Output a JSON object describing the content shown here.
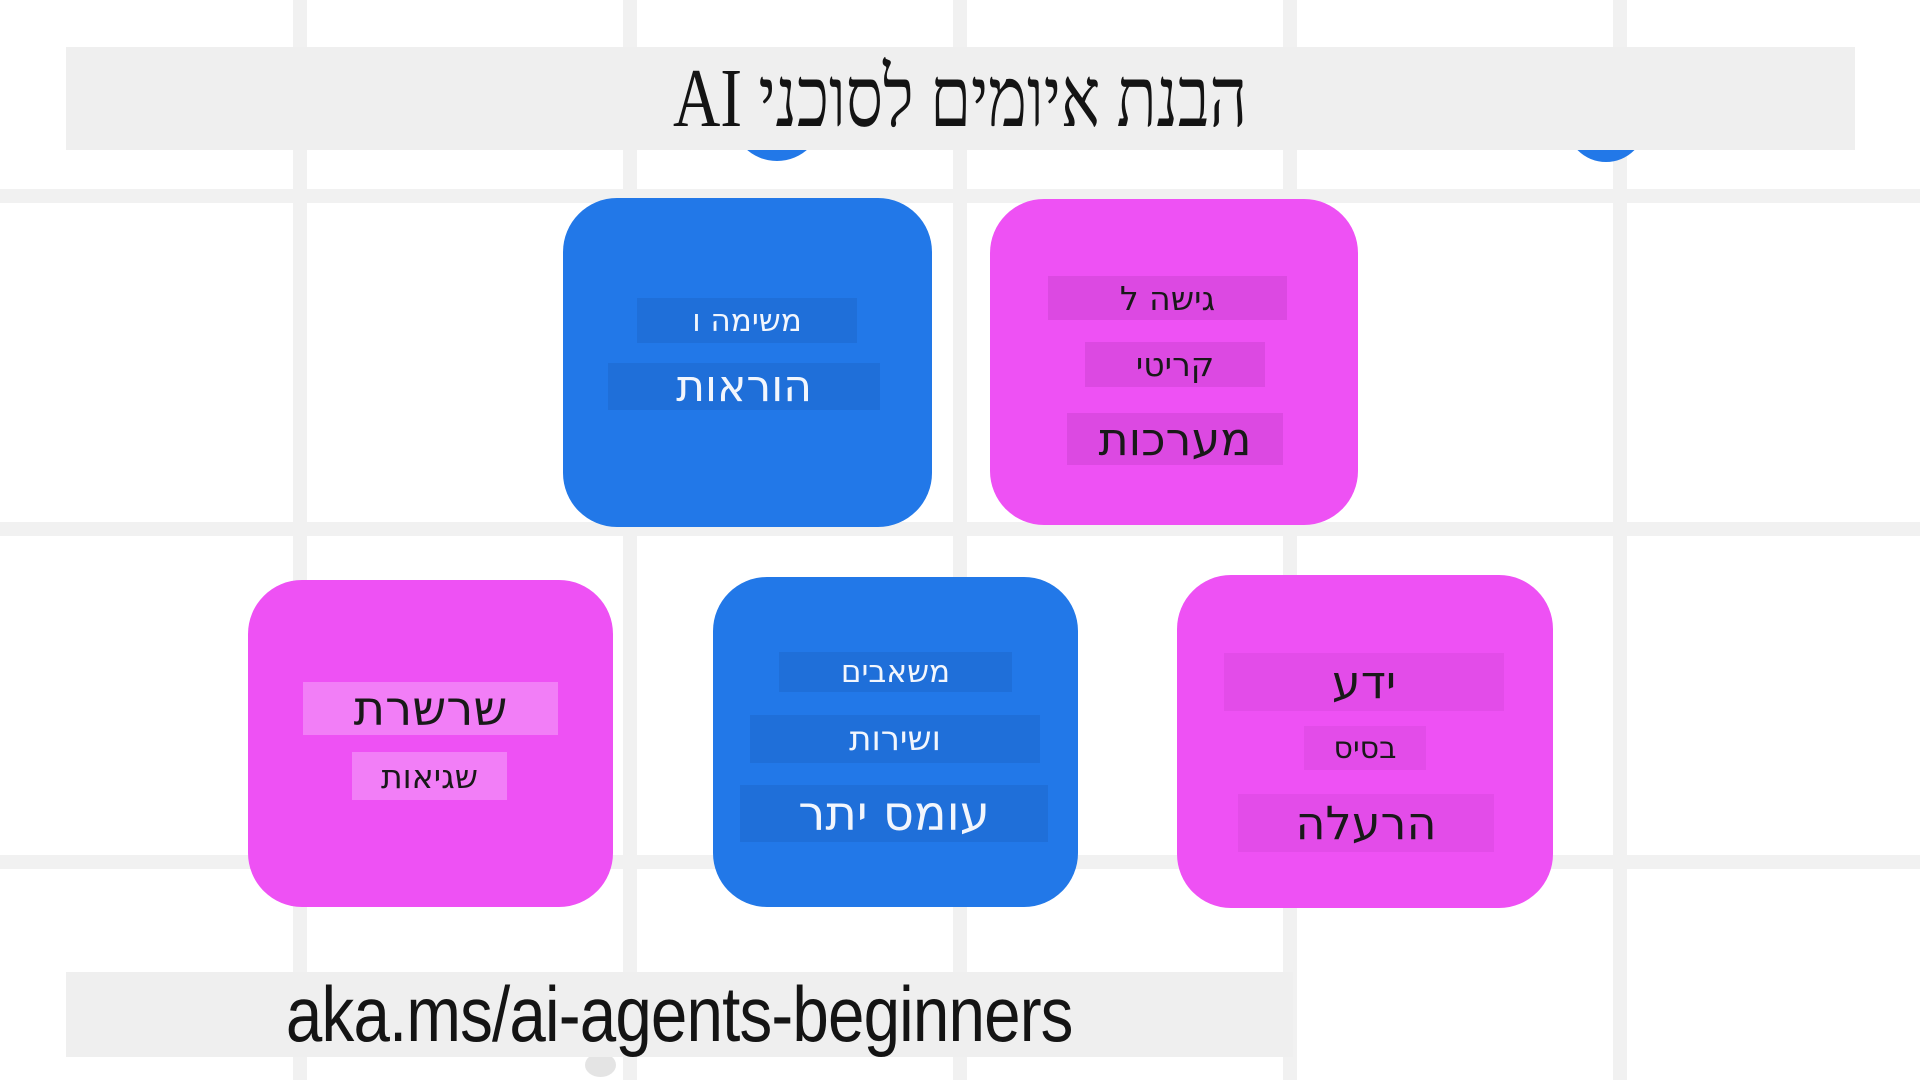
{
  "title": {
    "text": "הבנת איומים לסוכני AI"
  },
  "footer": {
    "url": "aka.ms/ai-agents-beginners"
  },
  "colors": {
    "card_blue": "#2278E8",
    "card_magenta": "#EE51F4",
    "bar_background": "#EFEFEF",
    "grid_line": "#F1F1F1",
    "text_on_blue": "#F2F6FD",
    "text_on_magenta": "#191919",
    "title_text": "#141414"
  },
  "cards": [
    {
      "name": "mission-and-instructions",
      "color": "blue",
      "lines": [
        {
          "text": "משימה ו"
        },
        {
          "text": "הוראות"
        }
      ]
    },
    {
      "name": "access-to-critical-systems",
      "color": "magenta",
      "lines": [
        {
          "text": "גישה ל"
        },
        {
          "text": "קריטי"
        },
        {
          "text": "מערכות"
        }
      ]
    },
    {
      "name": "chain-of-errors",
      "color": "magenta",
      "lines": [
        {
          "text": "שרשרת"
        },
        {
          "text": "שגיאות"
        }
      ]
    },
    {
      "name": "resource-and-service-overload",
      "color": "blue",
      "lines": [
        {
          "text": "משאבים"
        },
        {
          "text": "ושירות"
        },
        {
          "text": "עומס יתר"
        }
      ]
    },
    {
      "name": "knowledge-base-poisoning",
      "color": "magenta",
      "lines": [
        {
          "text": "ידע"
        },
        {
          "text": "בסיס"
        },
        {
          "text": "הרעלה"
        }
      ]
    }
  ]
}
